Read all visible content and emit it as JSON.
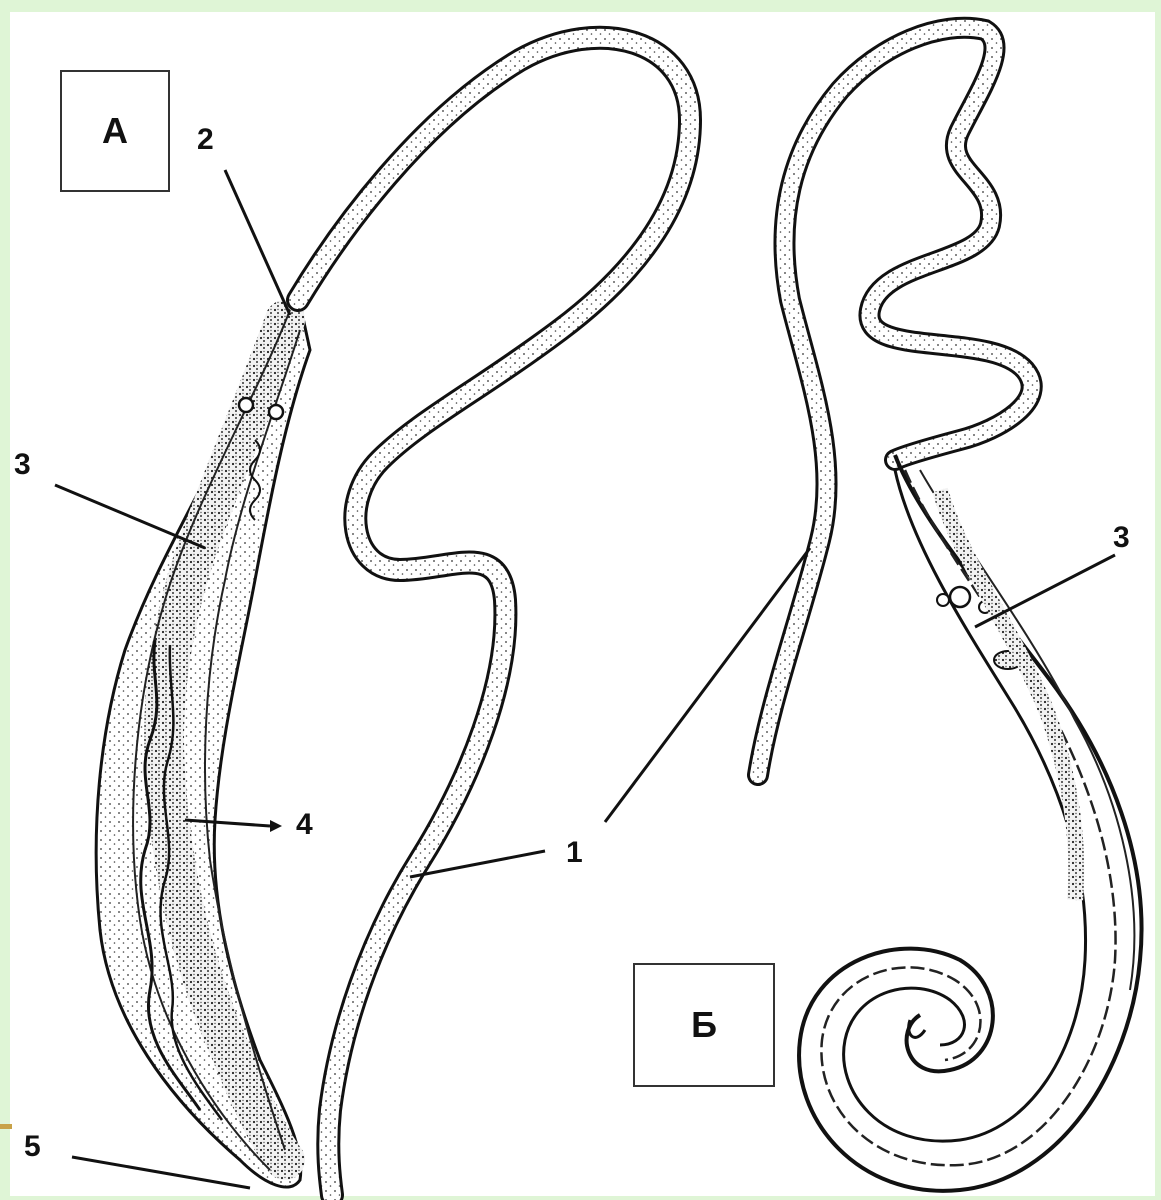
{
  "panels": {
    "a": {
      "label": "А"
    },
    "b": {
      "label": "Б"
    }
  },
  "callouts": {
    "n1": "1",
    "n2": "2",
    "n3a": "3",
    "n3b": "3",
    "n4": "4",
    "n5": "5"
  },
  "colors": {
    "frame": "#dff5d6",
    "ink": "#111111",
    "accent": "#c8a248"
  }
}
